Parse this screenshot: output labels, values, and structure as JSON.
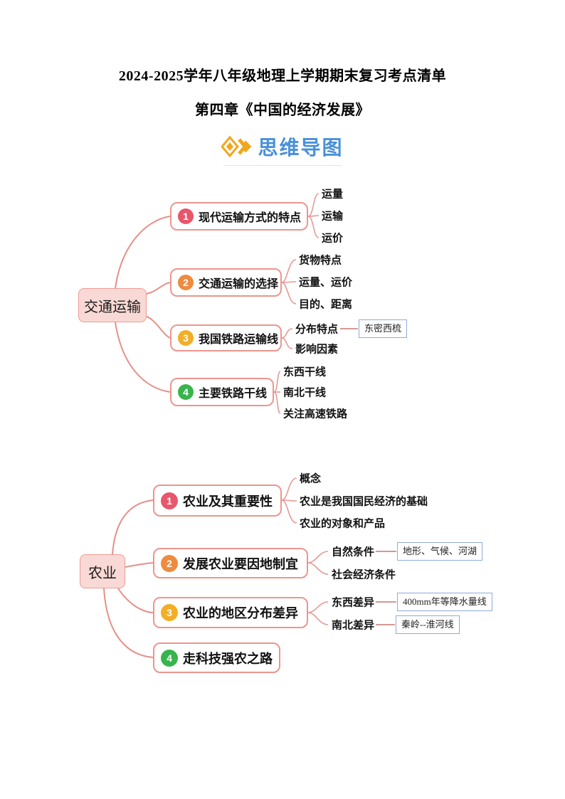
{
  "header": {
    "title_line1": "2024-2025学年八年级地理上学期期末复习考点清单",
    "title_line2": "第四章《中国的经济发展》",
    "section_badge": "思维导图"
  },
  "icons": {
    "badge_icon": "double-diamond-arrow"
  },
  "colors": {
    "badge_text": "#4a90d9",
    "badge_icon": "#f0a71d",
    "branch_border": "#ec968e",
    "root_fill": "#f9d9d5",
    "num1": "#e8566b",
    "num2": "#ee8b3f",
    "num3": "#f2ae27",
    "num4": "#38b44d",
    "callout_border": "#8faadc"
  },
  "maps": [
    {
      "root": "交通运输",
      "branches": [
        {
          "num": "1",
          "label": "现代运输方式的特点",
          "leaves": [
            {
              "text": "运量"
            },
            {
              "text": "运输"
            },
            {
              "text": "运价"
            }
          ]
        },
        {
          "num": "2",
          "label": "交通运输的选择",
          "leaves": [
            {
              "text": "货物特点"
            },
            {
              "text": "运量、运价"
            },
            {
              "text": "目的、距离"
            }
          ]
        },
        {
          "num": "3",
          "label": "我国铁路运输线",
          "leaves": [
            {
              "text": "分布特点",
              "callout": "东密西梳"
            },
            {
              "text": "影响因素"
            }
          ]
        },
        {
          "num": "4",
          "label": "主要铁路干线",
          "leaves": [
            {
              "text": "东西干线"
            },
            {
              "text": "南北干线"
            },
            {
              "text": "关注高速铁路"
            }
          ]
        }
      ]
    },
    {
      "root": "农业",
      "branches": [
        {
          "num": "1",
          "label": "农业及其重要性",
          "leaves": [
            {
              "text": "概念"
            },
            {
              "text": "农业是我国国民经济的基础"
            },
            {
              "text": "农业的对象和产品"
            }
          ]
        },
        {
          "num": "2",
          "label": "发展农业要因地制宜",
          "leaves": [
            {
              "text": "自然条件",
              "callout": "地形、气候、河湖"
            },
            {
              "text": "社会经济条件"
            }
          ]
        },
        {
          "num": "3",
          "label": "农业的地区分布差异",
          "leaves": [
            {
              "text": "东西差异",
              "callout": "400mm年等降水量线"
            },
            {
              "text": "南北差异",
              "callout": "秦岭--淮河线"
            }
          ]
        },
        {
          "num": "4",
          "label": "走科技强农之路",
          "leaves": []
        }
      ]
    }
  ]
}
